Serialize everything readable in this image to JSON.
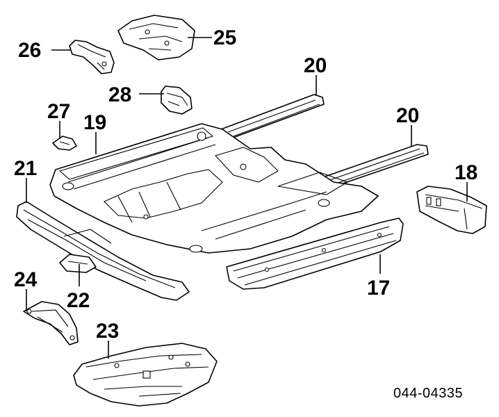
{
  "diagram": {
    "reference_number": "044-04335",
    "callouts": [
      {
        "id": "17",
        "text": "17"
      },
      {
        "id": "18",
        "text": "18"
      },
      {
        "id": "19",
        "text": "19"
      },
      {
        "id": "20a",
        "text": "20"
      },
      {
        "id": "20b",
        "text": "20"
      },
      {
        "id": "21",
        "text": "21"
      },
      {
        "id": "22",
        "text": "22"
      },
      {
        "id": "23",
        "text": "23"
      },
      {
        "id": "24",
        "text": "24"
      },
      {
        "id": "25",
        "text": "25"
      },
      {
        "id": "26",
        "text": "26"
      },
      {
        "id": "27",
        "text": "27"
      },
      {
        "id": "28",
        "text": "28"
      }
    ]
  }
}
